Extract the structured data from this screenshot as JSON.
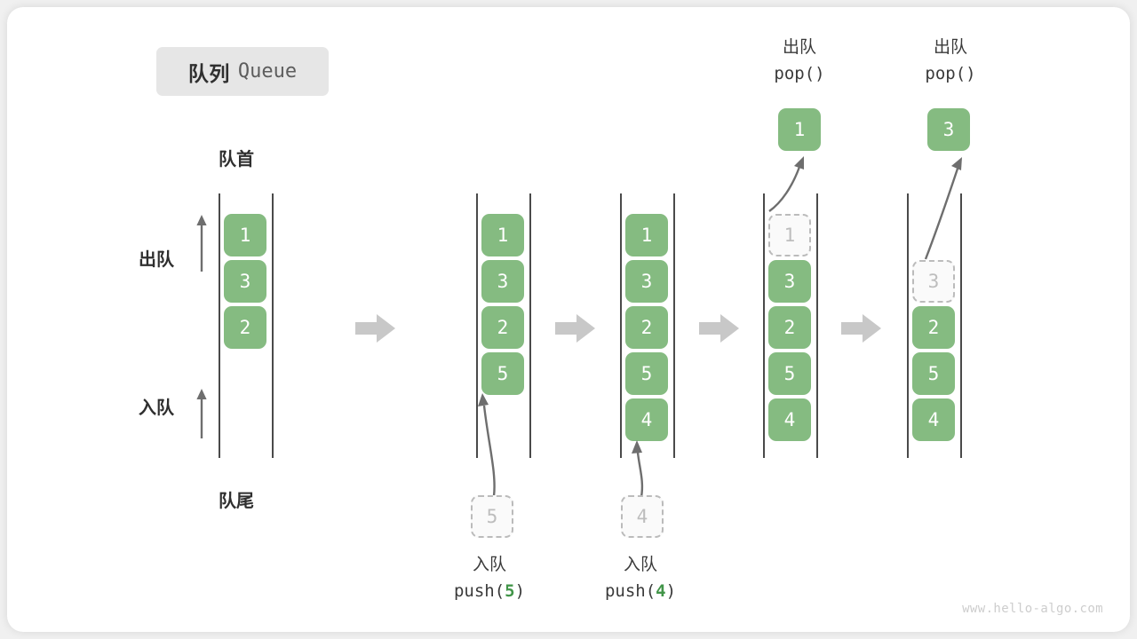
{
  "title": {
    "cn": "队列",
    "en": "Queue"
  },
  "labels": {
    "head": "队首",
    "tail": "队尾",
    "dequeue": "出队",
    "enqueue": "入队"
  },
  "colors": {
    "card_green": "#85bb81",
    "card_text": "#ffffff",
    "ghost_fill": "#fafafa",
    "ghost_border": "#bbbbbb",
    "ghost_text": "#bdbdbd",
    "rail": "#4a4a4a",
    "arrow": "#6e6e6e",
    "step_arrow": "#c8c8c8",
    "chip_bg": "#e6e6e6",
    "accent_green_text": "#429549",
    "canvas_bg": "#ffffff",
    "page_bg": "#f0f0f0",
    "watermark": "#cdcdcd"
  },
  "steps": [
    {
      "id": "state-initial",
      "cards": [
        {
          "value": "1",
          "style": "solid"
        },
        {
          "value": "3",
          "style": "solid"
        },
        {
          "value": "2",
          "style": "solid"
        }
      ],
      "top_caption": null,
      "top_card": null,
      "bottom_card": null,
      "bottom_caption": null
    },
    {
      "id": "state-after-push-5",
      "cards": [
        {
          "value": "1",
          "style": "solid"
        },
        {
          "value": "3",
          "style": "solid"
        },
        {
          "value": "2",
          "style": "solid"
        },
        {
          "value": "5",
          "style": "solid"
        }
      ],
      "top_caption": null,
      "top_card": null,
      "bottom_card": {
        "value": "5",
        "style": "ghost"
      },
      "bottom_caption": {
        "line1": "入队",
        "op": "push(",
        "arg": "5",
        "close": ")"
      }
    },
    {
      "id": "state-after-push-4",
      "cards": [
        {
          "value": "1",
          "style": "solid"
        },
        {
          "value": "3",
          "style": "solid"
        },
        {
          "value": "2",
          "style": "solid"
        },
        {
          "value": "5",
          "style": "solid"
        },
        {
          "value": "4",
          "style": "solid"
        }
      ],
      "top_caption": null,
      "top_card": null,
      "bottom_card": {
        "value": "4",
        "style": "ghost"
      },
      "bottom_caption": {
        "line1": "入队",
        "op": "push(",
        "arg": "4",
        "close": ")"
      }
    },
    {
      "id": "state-after-pop-1",
      "cards": [
        {
          "value": "1",
          "style": "ghost"
        },
        {
          "value": "3",
          "style": "solid"
        },
        {
          "value": "2",
          "style": "solid"
        },
        {
          "value": "5",
          "style": "solid"
        },
        {
          "value": "4",
          "style": "solid"
        }
      ],
      "top_caption": {
        "line1": "出队",
        "op": "pop(",
        "arg": "",
        "close": ")"
      },
      "top_card": {
        "value": "1",
        "style": "solid"
      },
      "bottom_card": null,
      "bottom_caption": null
    },
    {
      "id": "state-after-pop-3",
      "cards": [
        {
          "value": "",
          "style": "empty"
        },
        {
          "value": "3",
          "style": "ghost"
        },
        {
          "value": "2",
          "style": "solid"
        },
        {
          "value": "5",
          "style": "solid"
        },
        {
          "value": "4",
          "style": "solid"
        }
      ],
      "top_caption": {
        "line1": "出队",
        "op": "pop(",
        "arg": "",
        "close": ")"
      },
      "top_card": {
        "value": "3",
        "style": "solid"
      },
      "bottom_card": null,
      "bottom_caption": null
    }
  ],
  "watermark": "www.hello-algo.com"
}
